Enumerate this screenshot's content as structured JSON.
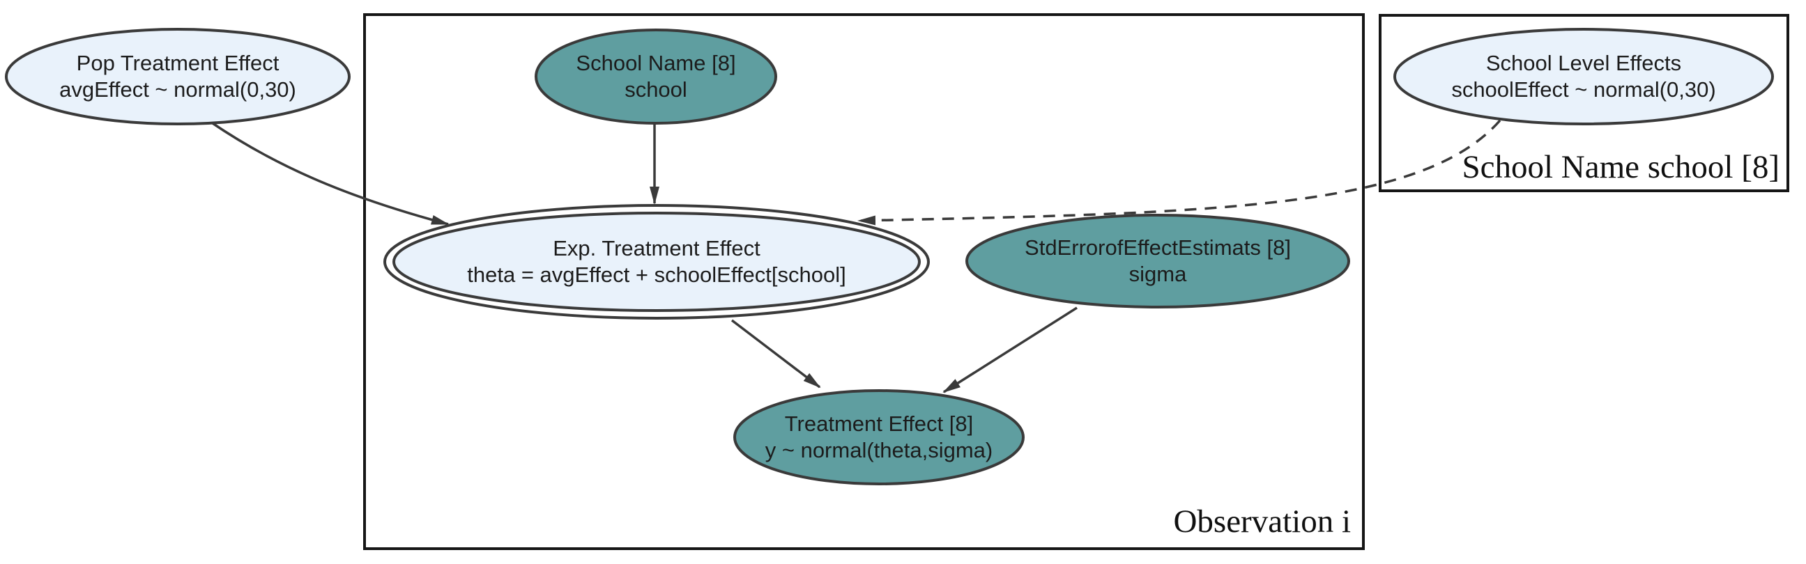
{
  "diagram": {
    "kind": "bayesian-plate-notation-graph",
    "colors": {
      "observed_node_fill": "#5f9ea0",
      "prior_node_fill": "#e9f2fb",
      "node_border": "#3a3a3a",
      "edge": "#3a3a3a",
      "plate_border": "#161616",
      "text": "#1c1c1c",
      "background": "#ffffff"
    },
    "plates": {
      "observation": {
        "label": "Observation i"
      },
      "school": {
        "label": "School Name school [8]"
      }
    },
    "nodes": {
      "pop_treatment_effect": {
        "title": "Pop Treatment Effect",
        "formula": "avgEffect ~ normal(0,30)",
        "role": "prior"
      },
      "school_name": {
        "title": "School Name [8]",
        "formula": "school",
        "role": "observed"
      },
      "school_level_effects": {
        "title": "School Level Effects",
        "formula": "schoolEffect ~ normal(0,30)",
        "role": "prior"
      },
      "exp_treatment_effect": {
        "title": "Exp. Treatment Effect",
        "formula": "theta = avgEffect + schoolEffect[school]",
        "role": "deterministic"
      },
      "std_error_of_effect_estimates": {
        "title": "StdErrorofEffectEstimats [8]",
        "formula": "sigma",
        "role": "observed"
      },
      "treatment_effect": {
        "title": "Treatment Effect [8]",
        "formula": "y ~ normal(theta,sigma)",
        "role": "observed"
      }
    },
    "edges": [
      {
        "from": "pop_treatment_effect",
        "to": "exp_treatment_effect",
        "style": "solid"
      },
      {
        "from": "school_name",
        "to": "exp_treatment_effect",
        "style": "solid"
      },
      {
        "from": "school_level_effects",
        "to": "exp_treatment_effect",
        "style": "dashed"
      },
      {
        "from": "exp_treatment_effect",
        "to": "treatment_effect",
        "style": "solid"
      },
      {
        "from": "std_error_of_effect_estimates",
        "to": "treatment_effect",
        "style": "solid"
      }
    ]
  }
}
